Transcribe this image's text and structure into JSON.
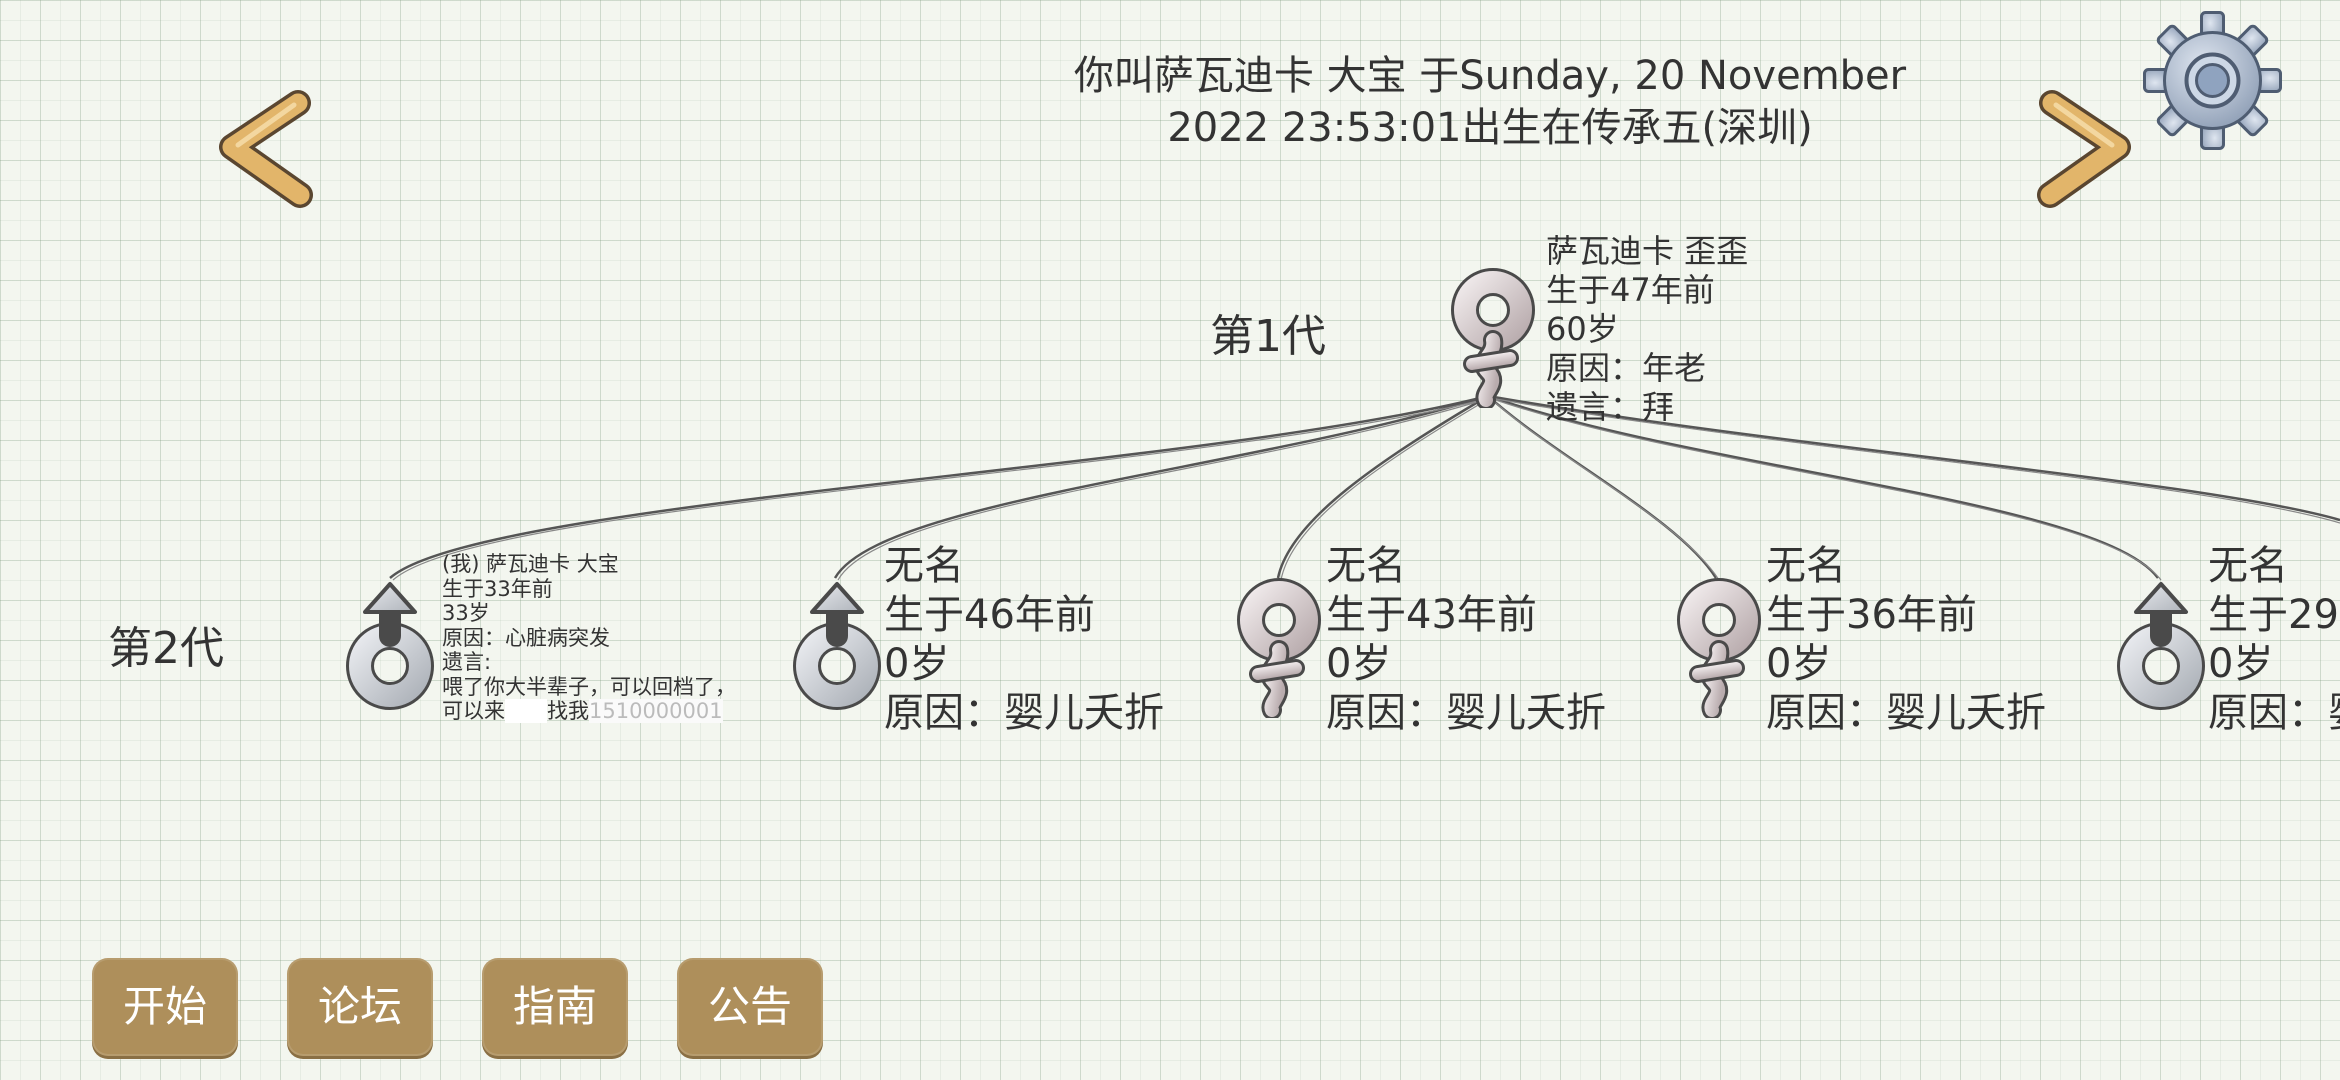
{
  "header": {
    "title_line1": "你叫萨瓦迪卡 大宝 于Sunday, 20 November",
    "title_line2": "2022 23:53:01出生在传承五(深圳)"
  },
  "generations": {
    "gen1_label": "第1代",
    "gen2_label": "第2代"
  },
  "root": {
    "gender": "female",
    "name": "萨瓦迪卡 歪歪",
    "born": "生于47年前",
    "age": "60岁",
    "cause": "原因：年老",
    "last_words": "遗言：拜"
  },
  "children": [
    {
      "gender": "male",
      "name": "(我) 萨瓦迪卡 大宝",
      "born": "生于33年前",
      "age": "33岁",
      "cause": "原因：心脏病突发",
      "last_words_label": "遗言:",
      "last_words_1": "喂了你大半辈子，可以回档了，",
      "last_words_2": "可以来",
      "last_words_3": "找我",
      "last_words_4": "1510000001"
    },
    {
      "gender": "male",
      "name": "无名",
      "born": "生于46年前",
      "age": "0岁",
      "cause": "原因：婴儿夭折"
    },
    {
      "gender": "female",
      "name": "无名",
      "born": "生于43年前",
      "age": "0岁",
      "cause": "原因：婴儿夭折"
    },
    {
      "gender": "female",
      "name": "无名",
      "born": "生于36年前",
      "age": "0岁",
      "cause": "原因：婴儿夭折"
    },
    {
      "gender": "male",
      "name": "无名",
      "born": "生于29",
      "age": "0岁",
      "cause": "原因：婴"
    }
  ],
  "buttons": {
    "start": "开始",
    "forum": "论坛",
    "guide": "指南",
    "notice": "公告"
  },
  "icons": {
    "prev": "chevron-left-icon",
    "next": "chevron-right-icon",
    "settings": "gear-icon",
    "male": "male-symbol-icon",
    "female": "female-symbol-icon"
  },
  "colors": {
    "button_bg": "#ae8f5b",
    "arrow": "#e2b56a",
    "symbol": "#c9ccd0"
  }
}
